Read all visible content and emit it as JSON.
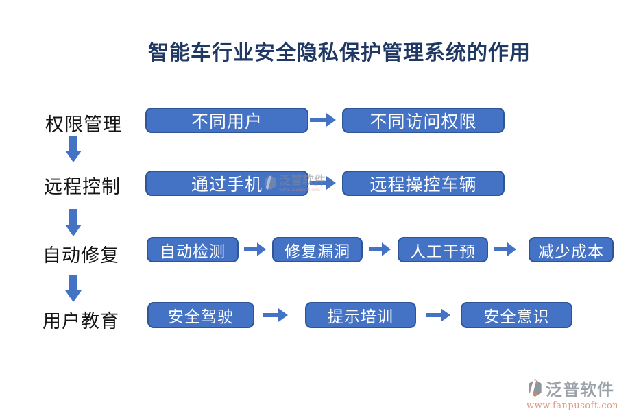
{
  "title": {
    "text": "智能车行业安全隐私保护管理系统的作用"
  },
  "rows": [
    {
      "label": "权限管理",
      "boxes": [
        {
          "label": "不同用户"
        },
        {
          "label": "不同访问权限"
        }
      ]
    },
    {
      "label": "远程控制",
      "boxes": [
        {
          "label": "通过手机"
        },
        {
          "label": "远程操控车辆"
        }
      ]
    },
    {
      "label": "自动修复",
      "boxes": [
        {
          "label": "自动检测"
        },
        {
          "label": "修复漏洞"
        },
        {
          "label": "人工干预"
        },
        {
          "label": "减少成本"
        }
      ]
    },
    {
      "label": "用户教育",
      "boxes": [
        {
          "label": "安全驾驶"
        },
        {
          "label": "提示培训"
        },
        {
          "label": "安全意识"
        }
      ]
    }
  ],
  "watermark": {
    "brand": "泛普软件",
    "url": "www.fanpusoft.com"
  },
  "footer": {
    "brand": "泛普软件",
    "url": "www.fanpusoft.com"
  },
  "colors": {
    "box_fill": "#4472C4",
    "box_border": "#2F5597",
    "arrow": "#4472C4",
    "title_text": "#1F3864",
    "label_text": "#151515",
    "box_text": "#FFFFFF",
    "brand_gray": "#9AA1A8",
    "brand_orange": "#E09A83"
  }
}
